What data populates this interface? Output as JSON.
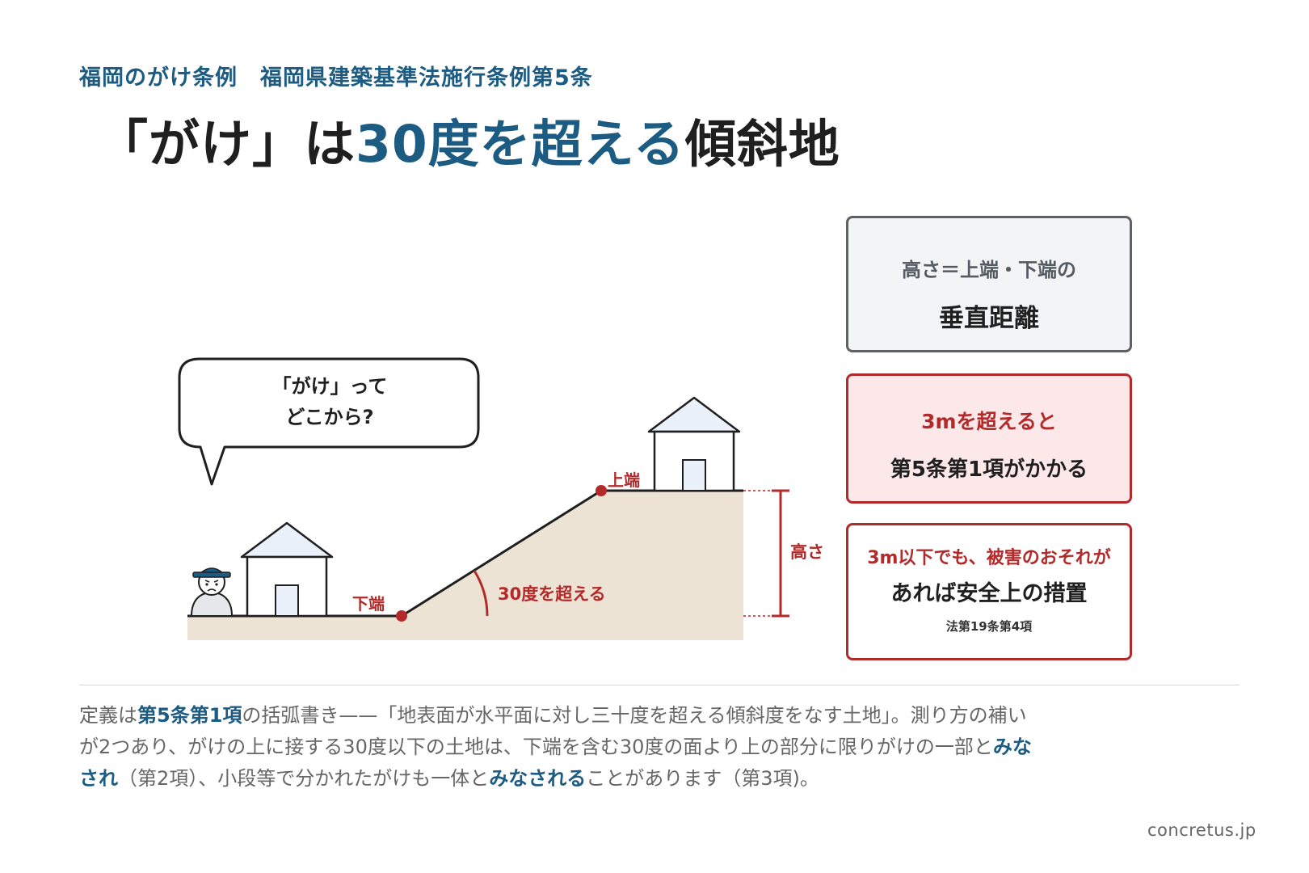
{
  "header": {
    "subtitle": "福岡のがけ条例　福岡県建築基準法施行条例第5条",
    "title_pre": "「がけ」は",
    "title_accent": "30度を超える",
    "title_post": "傾斜地"
  },
  "diagram": {
    "speech_line1": "「がけ」って",
    "speech_line2": "どこから?",
    "label_top_edge": "上端",
    "label_bottom_edge": "下端",
    "label_angle": "30度を超える",
    "label_height": "高さ",
    "icons": [
      "person-icon",
      "house-icon",
      "speech-bubble-icon"
    ],
    "colors": {
      "ground": "#ede3d4",
      "accent_red": "#b32a2a",
      "accent_blue": "#1c5b82",
      "house_roof": "#eaf1fb"
    }
  },
  "boxes": {
    "height_def": {
      "line1": "高さ＝上端・下端の",
      "line2": "垂直距離"
    },
    "over3m": {
      "line1": "3mを超えると",
      "line2": "第5条第1項がかかる"
    },
    "under3m": {
      "line1": "3m以下でも、被害のおそれが",
      "line2": "あれば安全上の措置",
      "line3": "法第19条第4項"
    }
  },
  "description": {
    "p1": "定義は",
    "b1": "第5条第1項",
    "p2": "の括弧書き——「地表面が水平面に対し三十度を超える傾斜度をなす土地」。測り方の補いが2つあり、がけの上に接する30度以下の土地は、下端を含む30度の面より上の部分に限りがけの一部と",
    "b2": "みなされ",
    "p3": "（第2項）、小段等で分かれたがけも一体と",
    "b3": "みなされる",
    "p4": "ことがあります（第3項)。"
  },
  "credit": "concretus.jp"
}
